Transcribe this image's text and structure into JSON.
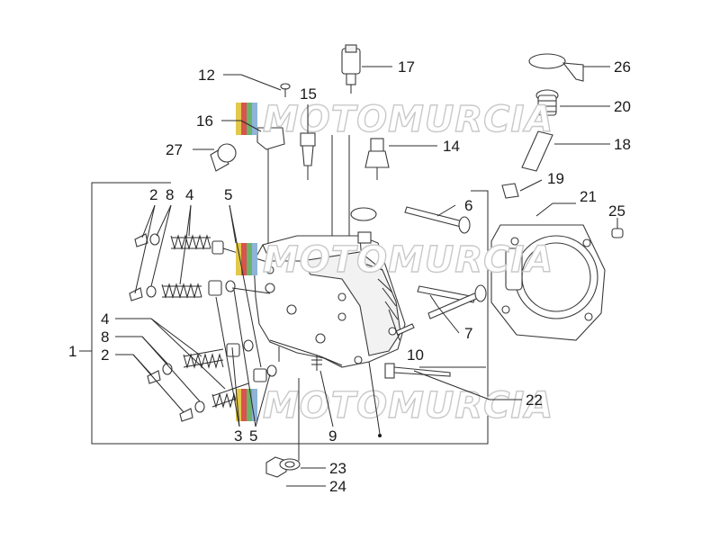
{
  "watermark": {
    "text": "MOTOMURCIA",
    "stripe_colors": [
      "#e3c84b",
      "#d9534f",
      "#6cb36c",
      "#8fb3d9"
    ]
  },
  "callouts": {
    "c1": "1",
    "c2a": "2",
    "c2b": "2",
    "c3": "3",
    "c4a": "4",
    "c4b": "4",
    "c5a": "5",
    "c5b": "5",
    "c6": "6",
    "c7": "7",
    "c8a": "8",
    "c8b": "8",
    "c9": "9",
    "c10": "10",
    "c12": "12",
    "c14": "14",
    "c15": "15",
    "c16": "16",
    "c17": "17",
    "c18": "18",
    "c19": "19",
    "c20": "20",
    "c21": "21",
    "c22": "22",
    "c23": "23",
    "c24": "24",
    "c25": "25",
    "c26": "26",
    "c27": "27"
  }
}
